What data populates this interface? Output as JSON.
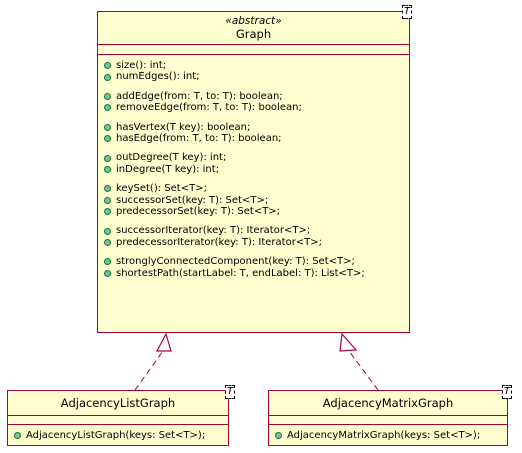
{
  "classes": {
    "graph": {
      "stereotype": "«abstract»",
      "name": "Graph",
      "template": "T",
      "method_groups": [
        [
          "size(): int;",
          "numEdges(): int;"
        ],
        [
          "addEdge(from: T, to: T): boolean;",
          "removeEdge(from: T, to: T): boolean;"
        ],
        [
          "hasVertex(T key): boolean;",
          "hasEdge(from: T, to: T): boolean;"
        ],
        [
          "outDegree(T key): int;",
          "inDegree(T key): int;"
        ],
        [
          "keySet(): Set<T>;",
          "successorSet(key: T): Set<T>;",
          "predecessorSet(key: T): Set<T>;"
        ],
        [
          "successorIterator(key: T): Iterator<T>;",
          "predecessorIterator(key: T): Iterator<T>;"
        ],
        [
          "stronglyConnectedComponent(key: T): Set<T>;",
          "shortestPath(startLabel: T, endLabel: T): List<T>;"
        ]
      ]
    },
    "list_graph": {
      "name": "AdjacencyListGraph",
      "template": "T",
      "methods": [
        "AdjacencyListGraph(keys: Set<T>);"
      ]
    },
    "matrix_graph": {
      "name": "AdjacencyMatrixGraph",
      "template": "T",
      "methods": [
        "AdjacencyMatrixGraph(keys: Set<T>);"
      ]
    }
  },
  "relations": [
    {
      "from": "list_graph",
      "to": "graph",
      "type": "realization"
    },
    {
      "from": "matrix_graph",
      "to": "graph",
      "type": "realization"
    }
  ],
  "colors": {
    "class_fill": "#FEFECE",
    "class_border": "#A80036",
    "method_dot_fill": "#84BE84",
    "method_dot_border": "#038048"
  }
}
